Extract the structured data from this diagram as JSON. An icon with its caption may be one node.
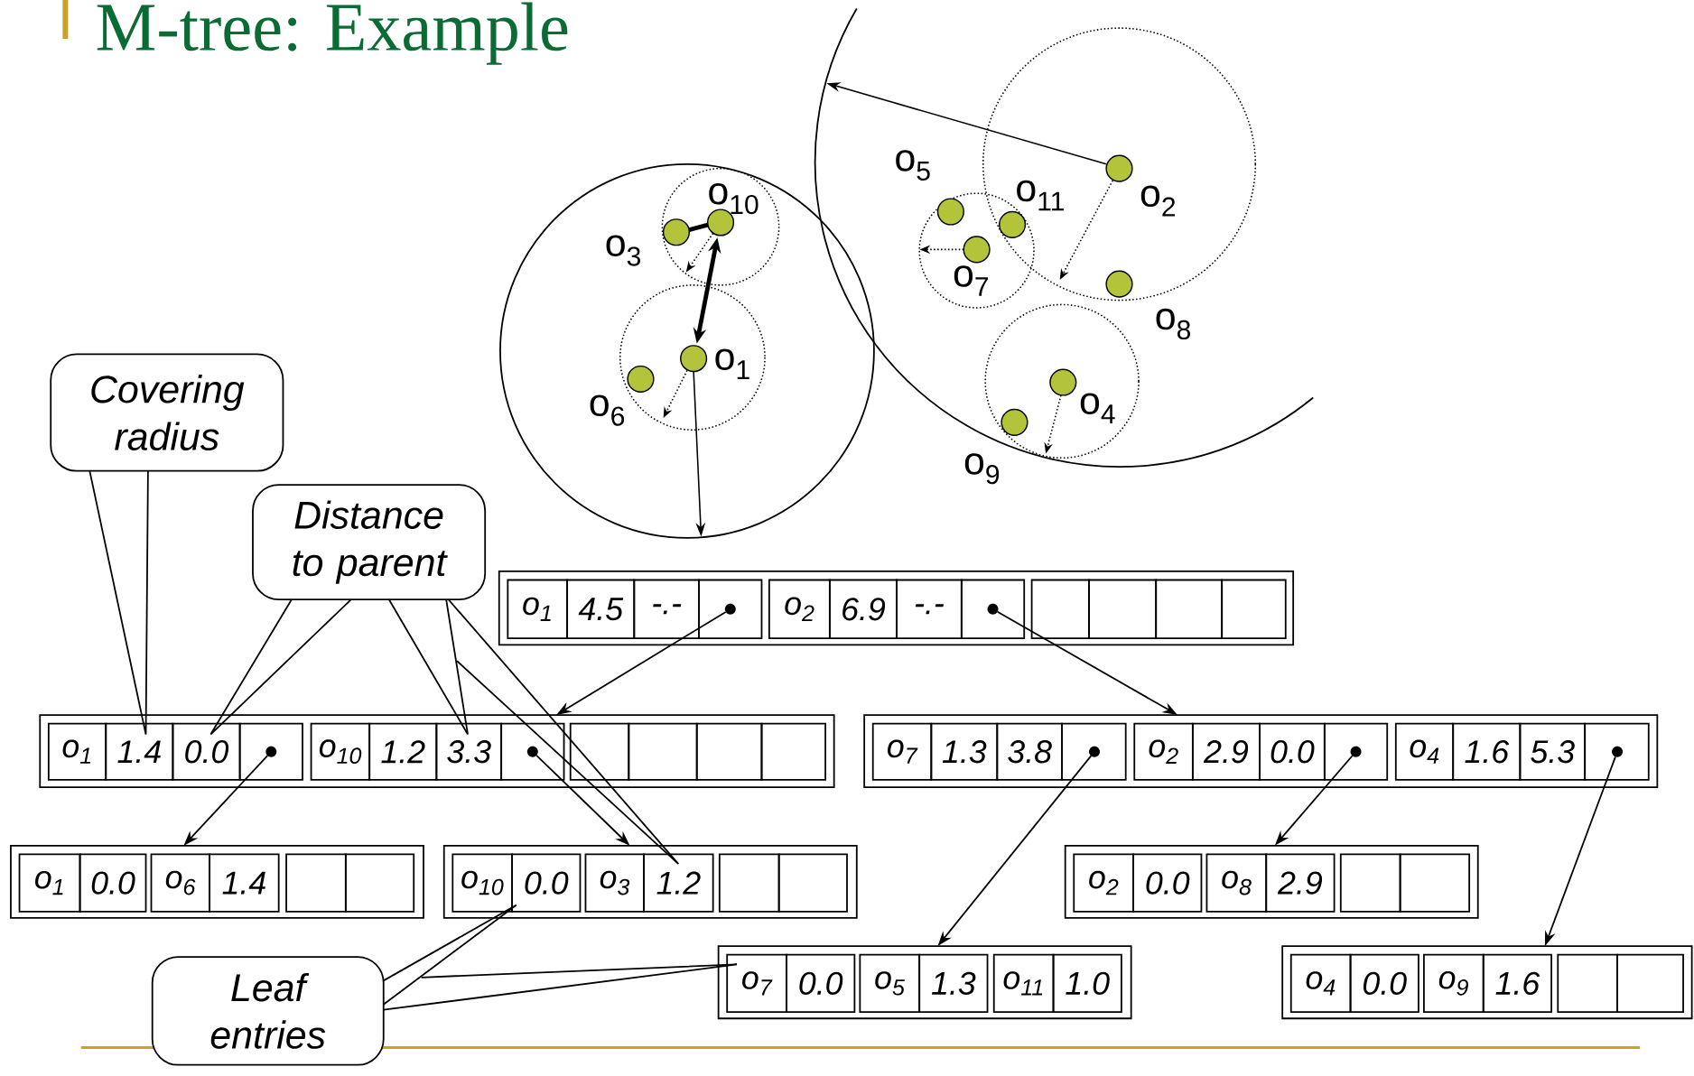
{
  "diagram": {
    "title": "M-tree: Example",
    "nodes": [
      {
        "text": [
          "Covering radius"
        ]
      },
      {
        "text": [
          "Distance to parent"
        ]
      },
      {
        "text": [
          "Leaf entries"
        ]
      },
      {
        "text": [],
        "shape": "box"
      },
      {
        "text": [
          "o$_{1}$",
          "4.5",
          "-.-"
        ],
        "in": 3
      },
      {
        "text": [
          "o$_{2}$",
          "6.9",
          "-.-"
        ],
        "in": 3
      },
      {
        "text": [],
        "shape": "box",
        "in": 3
      },
      {
        "text": [],
        "shape": "box"
      },
      {
        "text": [
          "o$_{1}$",
          "1.4",
          "0.0"
        ],
        "in": 7
      },
      {
        "text": [
          "o$_{10}$",
          "1.2",
          "3.3"
        ],
        "in": 7
      },
      {
        "text": [],
        "shape": "box",
        "in": 7
      },
      {
        "text": [],
        "shape": "box"
      },
      {
        "text": [
          "o$_{7}$",
          "1.3",
          "3.8"
        ],
        "in": 11
      },
      {
        "text": [
          "o$_{2}$",
          "2.9",
          "0.0"
        ],
        "in": 11
      },
      {
        "text": [
          "o$_{4}$",
          "1.6",
          "5.3"
        ],
        "in": 11
      },
      {
        "text": [],
        "shape": "box"
      },
      {
        "text": [
          "o$_{1}$",
          "0.0"
        ],
        "in": 15
      },
      {
        "text": [
          "o$_{6}$",
          "1.4"
        ],
        "in": 15
      },
      {
        "text": [],
        "shape": "box",
        "in": 15
      },
      {
        "text": [],
        "shape": "box"
      },
      {
        "text": [
          "o$_{10}$",
          "0.0"
        ],
        "in": 19
      },
      {
        "text": [
          "o$_{3}$",
          "1.2"
        ],
        "in": 19
      },
      {
        "text": [],
        "shape": "box",
        "in": 19
      },
      {
        "text": [],
        "shape": "box"
      },
      {
        "text": [
          "o$_{7}$",
          "0.0"
        ],
        "in": 23
      },
      {
        "text": [
          "o$_{5}$",
          "1.3"
        ],
        "in": 23
      },
      {
        "text": [
          "o$_{11}$",
          "1.0"
        ],
        "in": 23
      },
      {
        "text": [],
        "shape": "box"
      },
      {
        "text": [
          "o$_{2}$",
          "0.0"
        ],
        "in": 27
      },
      {
        "text": [
          "o$_{8}$",
          "2.9"
        ],
        "in": 27
      },
      {
        "text": [],
        "shape": "box",
        "in": 27
      },
      {
        "text": [],
        "shape": "box"
      },
      {
        "text": [
          "o$_{4}$",
          "0.0"
        ],
        "in": 31
      },
      {
        "text": [
          "o$_{9}$",
          "1.6"
        ],
        "in": 31
      },
      {
        "text": [],
        "shape": "box",
        "in": 31
      }
    ],
    "edges": [
      {
        "from": 4,
        "to": 7,
        "arrow": "to"
      },
      {
        "from": 5,
        "to": 11,
        "arrow": "to"
      },
      {
        "from": 8,
        "to": 15,
        "arrow": "to"
      },
      {
        "from": 9,
        "to": 19,
        "arrow": "to"
      },
      {
        "from": 12,
        "to": 23,
        "arrow": "to"
      },
      {
        "from": 13,
        "to": 27,
        "arrow": "to"
      },
      {
        "from": 14,
        "to": 31,
        "arrow": "to"
      },
      {
        "from": 0,
        "to": 8,
        "arrow": "none"
      },
      {
        "from": 1,
        "to": 8,
        "arrow": "none"
      },
      {
        "from": 1,
        "to": 9,
        "arrow": "none"
      },
      {
        "from": 1,
        "to": 21,
        "arrow": "none"
      },
      {
        "from": 2,
        "to": 20,
        "arrow": "none"
      },
      {
        "from": 2,
        "to": 24,
        "arrow": "none"
      }
    ],
    "labels": [
      "o$_{5}$",
      "o$_{11}$",
      "o$_{10}$",
      "o$_{2}$",
      "o$_{3}$",
      "o$_{7}$",
      "o$_{8}$",
      "o$_{1}$",
      "o$_{4}$",
      "o$_{6}$",
      "o$_{9}$"
    ]
  }
}
